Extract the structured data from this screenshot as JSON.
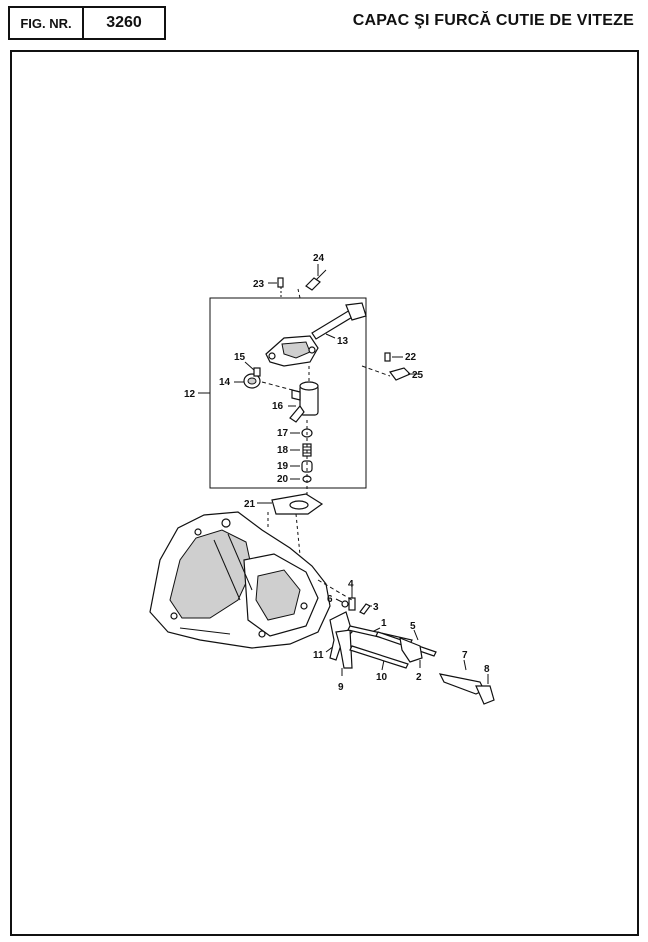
{
  "header": {
    "fig_label": "FIG. NR.",
    "fig_number": "3260",
    "title": "CAPAC ŞI FURCĂ CUTIE DE VITEZE"
  },
  "callouts": {
    "c1": "1",
    "c2": "2",
    "c3": "3",
    "c4": "4",
    "c5": "5",
    "c6": "6",
    "c7": "7",
    "c8": "8",
    "c9": "9",
    "c10": "10",
    "c11": "11",
    "c12": "12",
    "c13": "13",
    "c14": "14",
    "c15": "15",
    "c16": "16",
    "c17": "17",
    "c18": "18",
    "c19": "19",
    "c20": "20",
    "c21": "21",
    "c22": "22",
    "c23": "23",
    "c24": "24",
    "c25": "25"
  }
}
